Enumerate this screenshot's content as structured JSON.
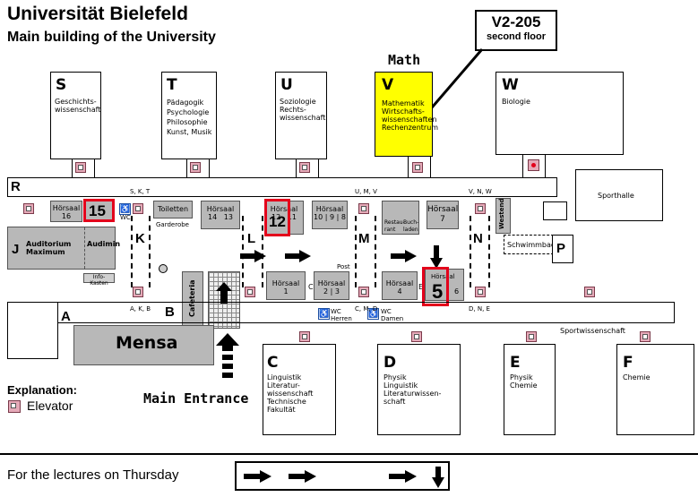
{
  "header": {
    "title": "Universität Bielefeld",
    "subtitle": "Main building of the University"
  },
  "callout": {
    "room": "V2-205",
    "floor": "second floor",
    "math_label": "Math"
  },
  "colors": {
    "math_highlight": "#ffff00",
    "hall_gray": "#b8b8b8",
    "highlight_red": "#e3001b",
    "elevator_pink": "#e5a9b8"
  },
  "buildings": {
    "S": {
      "letter": "S",
      "desc": "Geschichts-\nwissenschaft"
    },
    "T": {
      "letter": "T",
      "desc": "Pädagogik\nPsychologie\nPhilosophie\nKunst, Musik"
    },
    "U": {
      "letter": "U",
      "desc": "Soziologie\nRechts-\nwissenschaft"
    },
    "V": {
      "letter": "V",
      "desc": "Mathematik\nWirtschafts-\nwissenschaften\nRechenzentrum"
    },
    "W": {
      "letter": "W",
      "desc": "Biologie"
    },
    "C": {
      "letter": "C",
      "desc": "Linguistik\nLiteratur-\nwissenschaft\nTechnische\nFakultät"
    },
    "D": {
      "letter": "D",
      "desc": "Physik\nLinguistik\nLiteraturwissen-\nschaft"
    },
    "E": {
      "letter": "E",
      "desc": "Physik\nChemie"
    },
    "F": {
      "letter": "F",
      "desc": "Chemie"
    }
  },
  "wings": {
    "R": "R",
    "J": "J",
    "K": "K",
    "L": "L",
    "M": "M",
    "N": "N",
    "P": "P",
    "A": "A",
    "B": "B"
  },
  "halls": {
    "h16": "Hörsaal\n16",
    "h15": "15",
    "toiletten": "Toiletten",
    "garderobe": "Garderobe",
    "h14_13": "Hörsaal\n14   13",
    "h12_11": "Hörsaal\n12   11",
    "h12_big": "12",
    "h10_9_8": "Hörsaal\n10 | 9 | 8",
    "restaurant": "Restau-\nrant",
    "buchladen": "Buch-\nladen",
    "h7": "Hörsaal\n7",
    "westend": "Westend",
    "sporthalle": "Sporthalle",
    "schwimmbad": "Schwimmbad",
    "auditorium": "Auditorium\nMaximum",
    "audimin": "Audimin",
    "info_kasten": "Info-Kasten",
    "cafeteria": "Cafeteria",
    "h1": "Hörsaal\n1",
    "post": "Post",
    "h2_3": "Hörsaal\n2 | 3",
    "h4": "Hörsaal\n4",
    "h5_label": "Hörsaal",
    "h5_big": "5",
    "h6": "6",
    "mensa": "Mensa",
    "wc_herren": "WC\nHerren",
    "wc_damen": "WC\nDamen",
    "wc": "WC",
    "sportwissenschaft": "Sportwissenschaft"
  },
  "staircases": {
    "skt": "S, K, T",
    "umv": "U, M, V",
    "nvw": "V, N, W",
    "akb": "A, K, B",
    "cmd": "C, M, D",
    "dne": "D, N, E"
  },
  "corridor_letters": {
    "C": "C",
    "E": "E"
  },
  "main_entrance": "Main Entrance",
  "legend": {
    "heading": "Explanation:",
    "elevator": "Elevator"
  },
  "footer": {
    "text": "For the lectures on Thursday"
  }
}
